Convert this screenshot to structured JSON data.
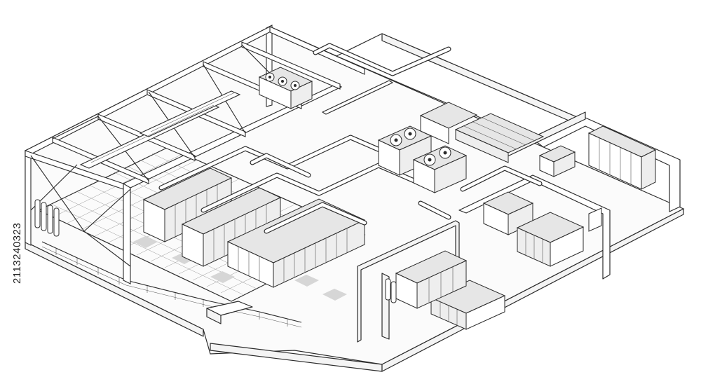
{
  "image_id_label": "2113240323",
  "colors": {
    "line": "#2b2b2b",
    "background": "#ffffff",
    "floor_tile_dark": "#d6d6d6"
  },
  "elements": {
    "structure": [
      "outer-slab",
      "steel-roof-truss",
      "partition-walls",
      "raised-floor-grid"
    ],
    "server_hall": [
      "server-rack-aisles",
      "overhead-cable-trays",
      "hot-aisle-containment"
    ],
    "cooling": [
      "rooftop-condenser-fans",
      "chillers",
      "ductwork"
    ],
    "power": [
      "ups-cabinets",
      "battery-racks",
      "switchgear-panels",
      "distribution-boards"
    ],
    "safety": [
      "fire-suppression-cylinders",
      "fire-extinguishers",
      "guard-railing"
    ]
  }
}
